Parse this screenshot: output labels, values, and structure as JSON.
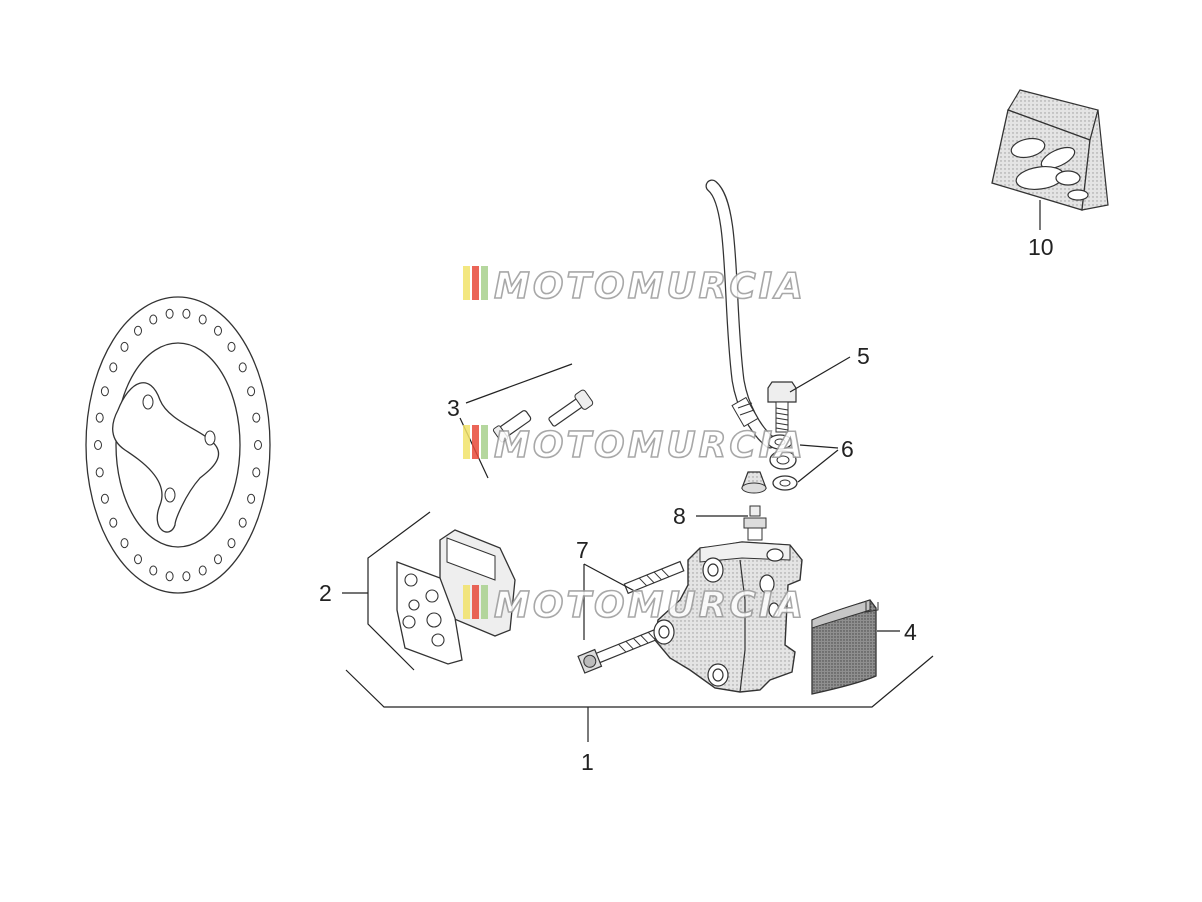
{
  "watermark": {
    "text": "MOTOMURCIA",
    "stripe_colors": [
      "#f2e36a",
      "#e84b3c",
      "#a9d18e"
    ]
  },
  "callouts": [
    "1",
    "2",
    "3",
    "4",
    "5",
    "6",
    "7",
    "8",
    "10"
  ]
}
